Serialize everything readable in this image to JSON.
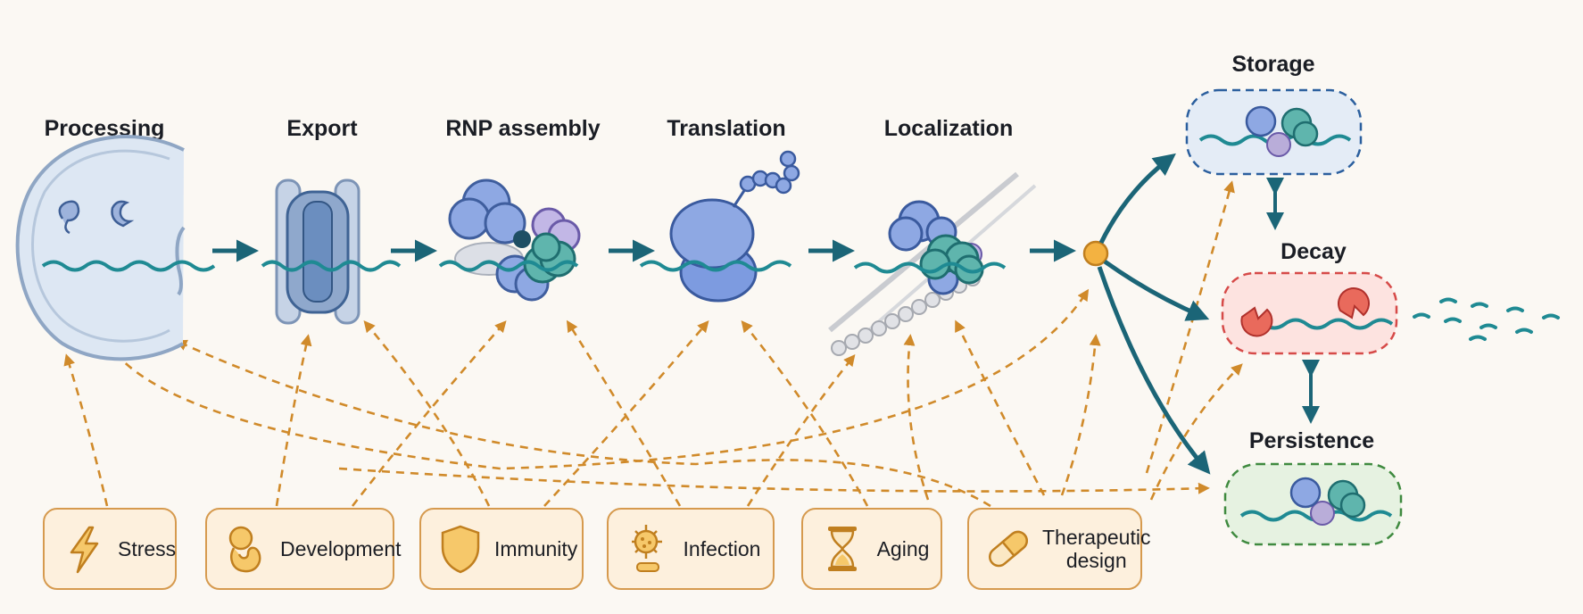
{
  "stages": [
    "Processing",
    "Export",
    "RNP assembly",
    "Translation",
    "Localization"
  ],
  "fates": {
    "storage": "Storage",
    "decay": "Decay",
    "persistence": "Persistence"
  },
  "factors": [
    {
      "label": "Stress",
      "icon": "lightning-icon"
    },
    {
      "label": "Development",
      "icon": "embryo-icon"
    },
    {
      "label": "Immunity",
      "icon": "shield-icon"
    },
    {
      "label": "Infection",
      "icon": "virus-icon"
    },
    {
      "label": "Aging",
      "icon": "hourglass-icon"
    },
    {
      "label": "Therapeutic design",
      "icon": "capsule-icon"
    }
  ],
  "colors": {
    "mrna": "#1f8a93",
    "arrow": "#1b6577",
    "regulation": "#d08a2a",
    "storage": "#2b5f9e",
    "decay": "#d64a48",
    "persistence": "#3f8a3f",
    "box_fill": "#fdf0dd"
  }
}
